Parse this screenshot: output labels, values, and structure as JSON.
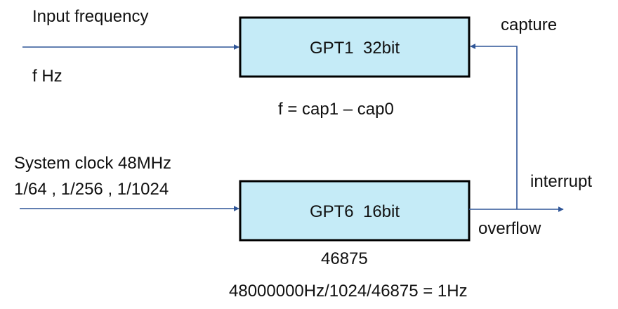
{
  "colors": {
    "box_fill": "#c5ebf7",
    "box_stroke": "#000000",
    "wire": "#2f5597",
    "text": "#111111"
  },
  "labels": {
    "input_frequency": "Input frequency",
    "f_hz": "f Hz",
    "capture": "capture",
    "formula_f": "f = cap1 – cap0",
    "system_clock": "System clock 48MHz",
    "prescalers": "1/64 , 1/256 , 1/1024",
    "interrupt": "interrupt",
    "overflow": "overflow",
    "period_value": "46875",
    "formula_rate": "48000000Hz/1024/46875 = 1Hz"
  },
  "blocks": {
    "gpt1": "GPT1  32bit",
    "gpt6": "GPT6  16bit"
  },
  "icons": {
    "arrowhead": "arrowhead-icon"
  }
}
